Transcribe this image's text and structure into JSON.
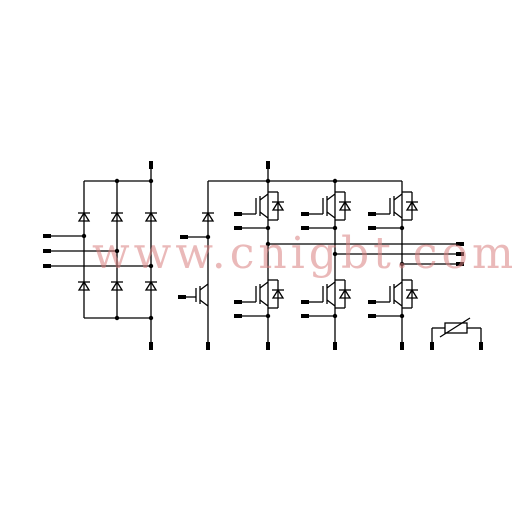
{
  "watermark": "www.cnigbt.com",
  "colors": {
    "line": "#000000",
    "watermark": "#d98080",
    "background": "#ffffff"
  },
  "components": {
    "rectifier_diodes": 6,
    "brake_diode": 1,
    "brake_igbt": 1,
    "inverter_igbts": 6,
    "thermistor": 1
  }
}
